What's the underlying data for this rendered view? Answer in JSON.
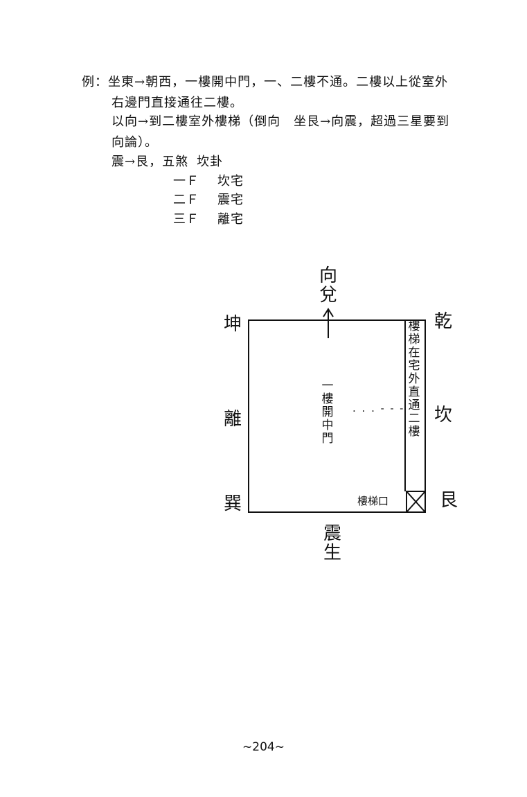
{
  "text": {
    "line1": "例：坐東→朝西，一樓開中門，一、二樓不通。二樓以上從室外",
    "line2": "右邊門直接通往二樓。",
    "line3": "以向→到二樓室外樓梯（倒向　坐艮→向震，超過三星要到",
    "line4": "向論）。"
  },
  "rows": [
    {
      "key": "震→艮，五煞",
      "val": "坎卦"
    },
    {
      "key": "一Ｆ",
      "val": "坎宅"
    },
    {
      "key": "二Ｆ",
      "val": "震宅"
    },
    {
      "key": "三Ｆ",
      "val": "離宅"
    }
  ],
  "diagram": {
    "top_label": "向\n兌",
    "bottom_label": "震\n生",
    "kun": "坤",
    "li": "離",
    "xun": "巽",
    "qian": "乾",
    "kan": "坎",
    "gen": "艮",
    "center_note": "一\n樓\n開\n中\n門",
    "dots": ". . . - - -",
    "stair_note": "樓\n梯\n在\n宅\n外\n直\n通\n二\n樓",
    "stair_exit": "樓梯口"
  },
  "page_number": "~204~"
}
